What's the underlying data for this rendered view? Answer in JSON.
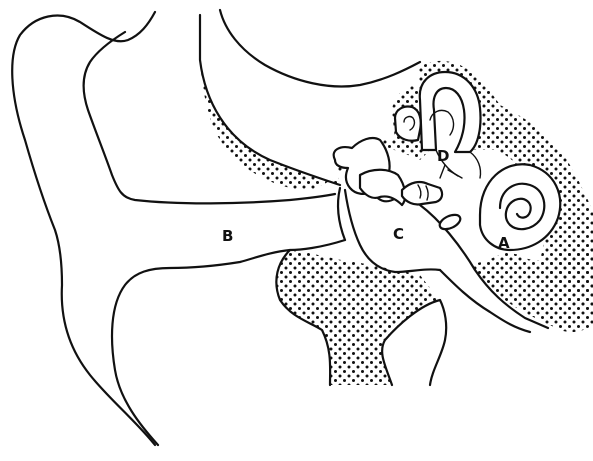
{
  "labels": {
    "a": "A",
    "b": "B",
    "c": "C",
    "d": "D"
  },
  "colors": {
    "ink": "#111111",
    "background": "#ffffff"
  }
}
